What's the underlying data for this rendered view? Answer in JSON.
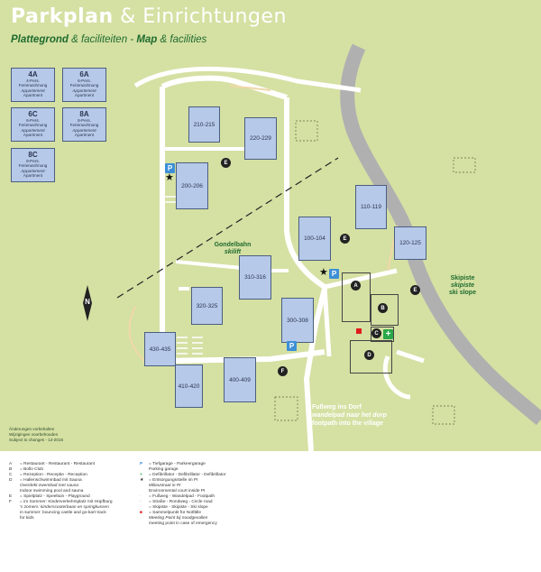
{
  "header": {
    "title_bold": "Parkplan",
    "title_rest": " & Einrichtungen",
    "subtitle_nl_bold": "Plattegrond",
    "subtitle_nl_rest": " & faciliteiten - ",
    "subtitle_en_bold": "Map",
    "subtitle_en_rest": " & facilities"
  },
  "apartment_types": [
    {
      "code": "4A",
      "line1": "4-Pers.",
      "line2": "Ferienwohnung",
      "line3": "Appartement",
      "line4": "Apartment"
    },
    {
      "code": "6A",
      "line1": "6-Pers.",
      "line2": "Ferienwohnung",
      "line3": "Appartement",
      "line4": "Apartment"
    },
    {
      "code": "6C",
      "line1": "6-Pers.",
      "line2": "Ferienwohnung",
      "line3": "Appartement",
      "line4": "Apartment"
    },
    {
      "code": "8A",
      "line1": "8-Pers.",
      "line2": "Ferienwohnung",
      "line3": "Appartement",
      "line4": "Apartment"
    },
    {
      "code": "8C",
      "line1": "8-Pers.",
      "line2": "Ferienwohnung",
      "line3": "Appartement",
      "line4": "Apartment"
    }
  ],
  "buildings": {
    "b210": "210-215",
    "b220": "220-229",
    "b200": "200-206",
    "b110": "110-119",
    "b100": "100-104",
    "b120": "120-125",
    "b310": "310-316",
    "b320": "320-325",
    "b300": "300-308",
    "b430": "430-435",
    "b410": "410-420",
    "b400": "400-409"
  },
  "markers": {
    "A": "A",
    "B": "B",
    "C": "C",
    "D": "D",
    "E": "E",
    "F": "F",
    "P": "P",
    "plus": "+",
    "star": "★",
    "north": "N"
  },
  "labels": {
    "gondel_1": "Gondelbahn",
    "gondel_2": "skilift",
    "skipiste_1": "Skipiste",
    "skipiste_2": "skipiste",
    "skipiste_3": "ski slope",
    "walk_1": "Fußweg ins Dorf",
    "walk_2": "wandelpad naar het dorp",
    "walk_3": "footpath into the village"
  },
  "note": {
    "line1": "Änderungen vorbehalten",
    "line2": "Wijzigingen voorbehouden",
    "line3": "Subject to changes - 12-2015"
  },
  "legend_left": [
    {
      "key": "A",
      "text": "= Restaurant - Restaurant - Restaurant"
    },
    {
      "key": "B",
      "text": "= Bollo Club"
    },
    {
      "key": "C",
      "text": "= Rezeption - Receptie - Reception"
    },
    {
      "key": "D",
      "text": "= Hallenschwimmbad mit Sauna"
    },
    {
      "key": "",
      "text": "Overdekt zwembad met sauna"
    },
    {
      "key": "",
      "text": "Indoor swimming pool and sauna"
    },
    {
      "key": "E",
      "text": "= Spielplatz - Speeltuin - Playground"
    },
    {
      "key": "F",
      "text": "= im Sommer: Kinderverkehrsplatz mit Hüpfburg"
    },
    {
      "key": "",
      "text": "'s zomers: kinderscooterbaan en springkussen"
    },
    {
      "key": "",
      "text": "in summer: bouncing castle and go-kart track"
    },
    {
      "key": "",
      "text": "for kids"
    }
  ],
  "legend_right": [
    {
      "sym": "P",
      "text": "= Tiefgarage - Parkeergarage"
    },
    {
      "sym": "",
      "text": "Parking garage"
    },
    {
      "sym": "+",
      "text": "= Defibrillator - Defibrillator - Defibrillator"
    },
    {
      "sym": "★",
      "text": "= Entsorgungsstelle im PI"
    },
    {
      "sym": "",
      "text": "Milieustraat in PI"
    },
    {
      "sym": "",
      "text": "Environmental court inside PI"
    },
    {
      "sym": "-",
      "text": "= Fußweg - Wandelpad - Footpath"
    },
    {
      "sym": "-",
      "text": "= Straße - Rondweg - Circle road"
    },
    {
      "sym": "-",
      "text": "= Skipiste - Skipiste - Ski slope"
    },
    {
      "sym": "■",
      "text": "= Sammelpunkt für Notfälle"
    },
    {
      "sym": "",
      "text": "Meeting Point bij noodgevallen"
    },
    {
      "sym": "",
      "text": "meeting point in case of emergency"
    }
  ],
  "colors": {
    "grass": "#d5e0a3",
    "road": "#ffffff",
    "building": "#b6c9e8",
    "building_border": "#4b5e80",
    "title_green": "#1e6b2e",
    "ski_slope": "#b0b0b0",
    "parking": "#3d8fd6",
    "defibrillator": "#2aa84a",
    "meeting_point": "#e01b1b"
  }
}
